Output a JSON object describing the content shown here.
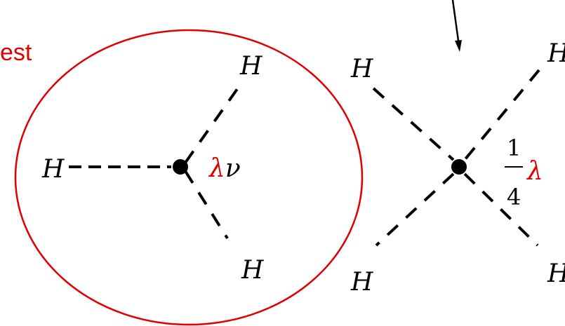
{
  "colors": {
    "accent": "#e00000",
    "ink": "#000000"
  },
  "circle_caption": "est",
  "triple_vertex": {
    "legs": [
      "H",
      "H",
      "H"
    ],
    "coupling_symbol": "λ",
    "coupling_factor": "ν"
  },
  "quartic_vertex": {
    "legs": [
      "H",
      "H",
      "H",
      "H"
    ],
    "fraction_numerator": "1",
    "fraction_denominator": "4",
    "coupling_symbol": "λ"
  }
}
